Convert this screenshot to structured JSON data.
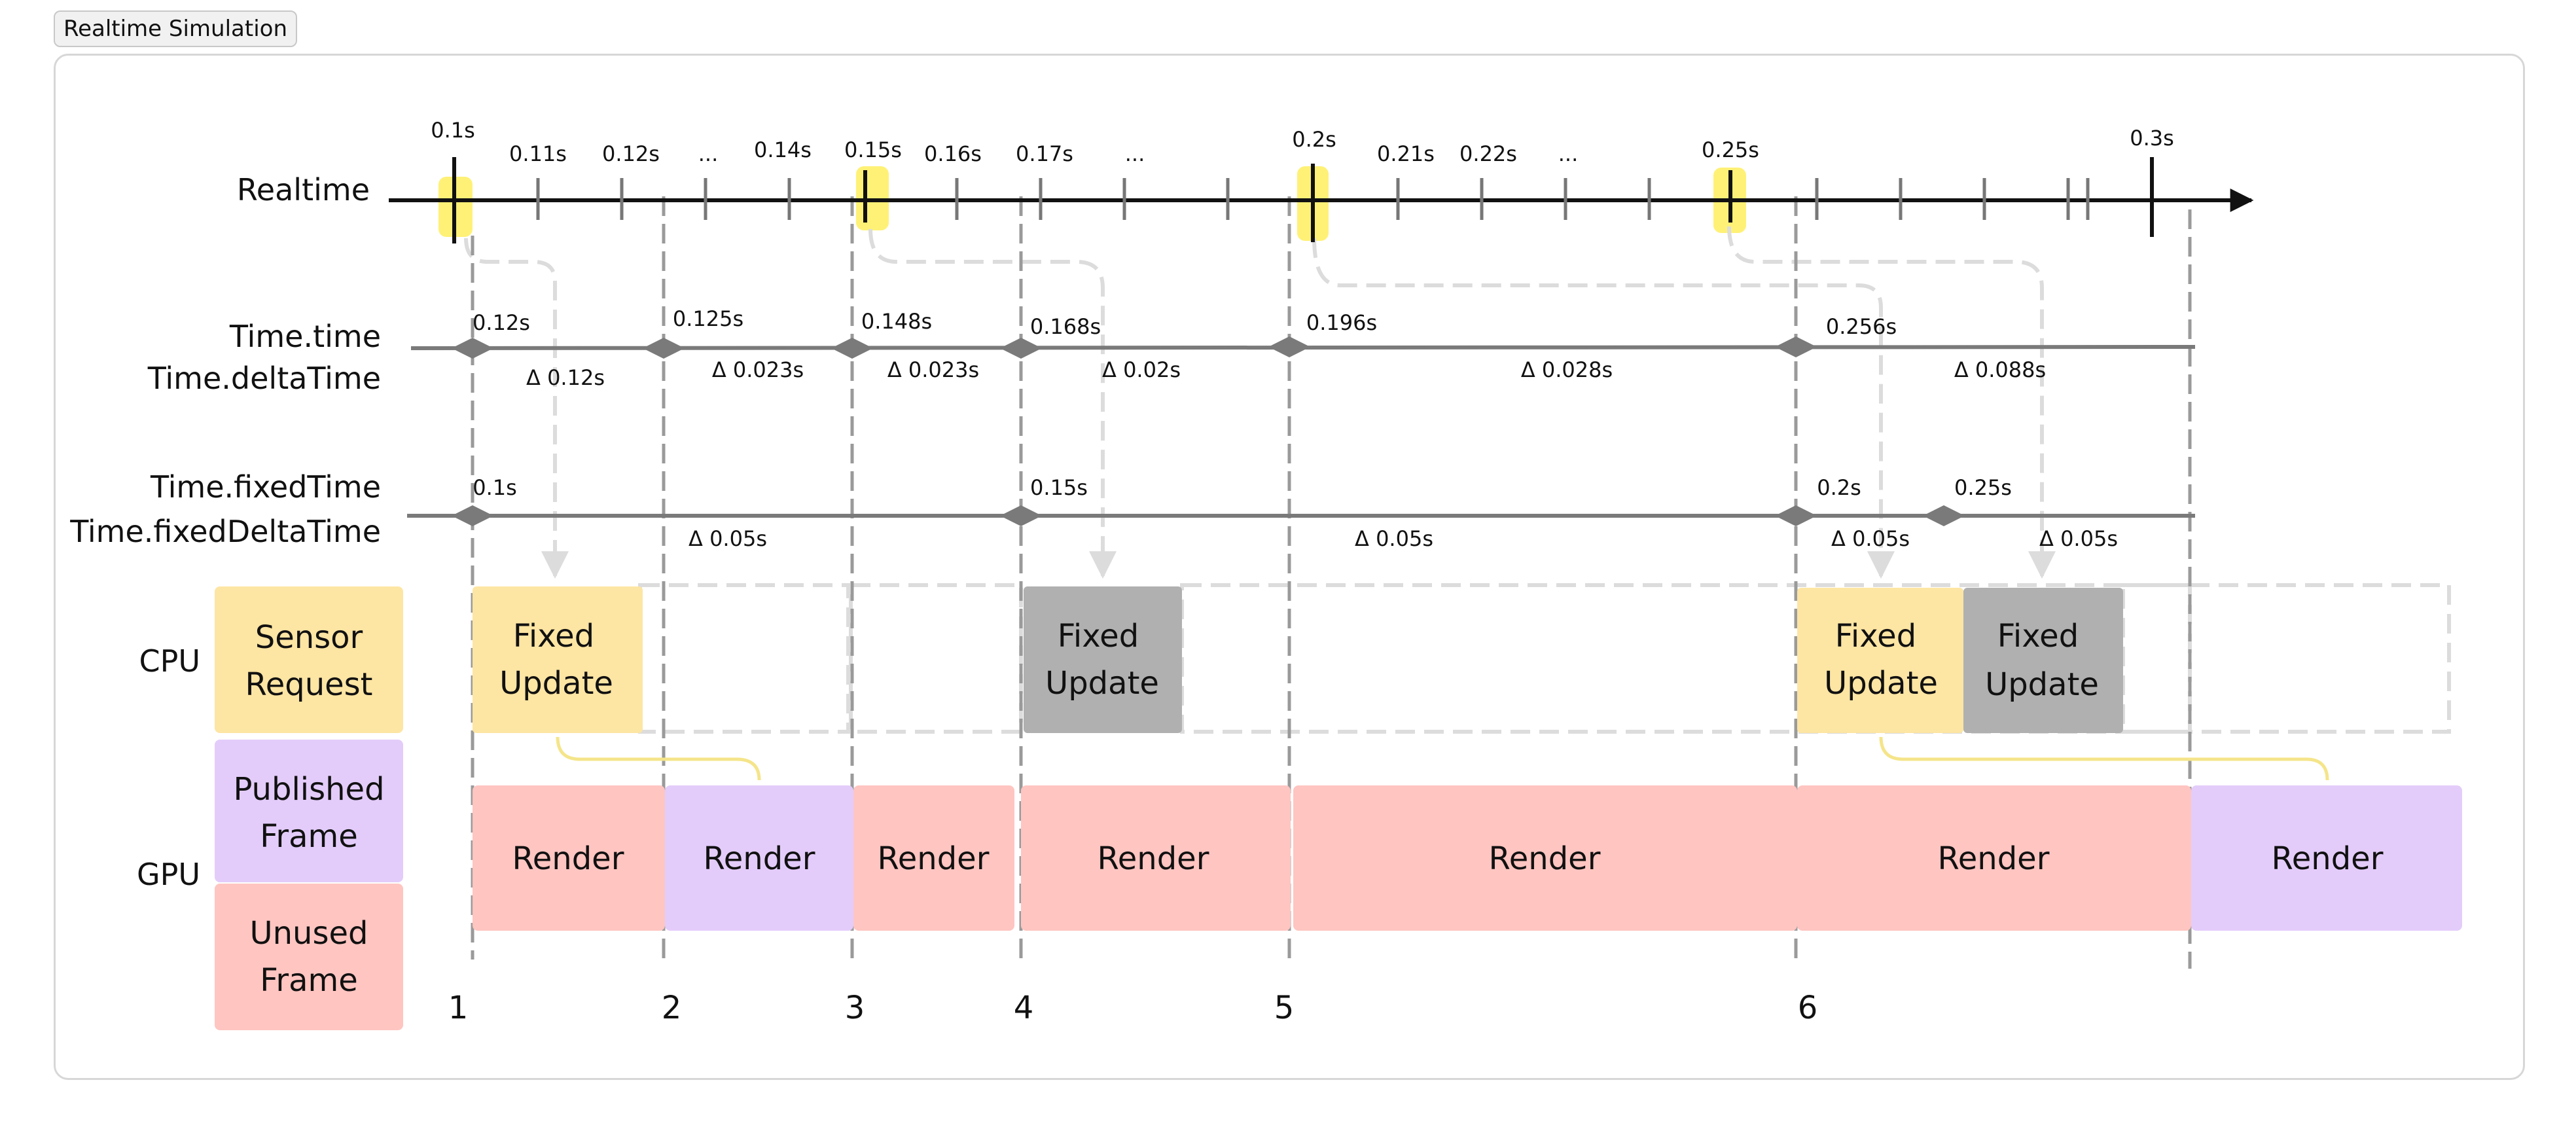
{
  "window": {
    "title": "Realtime Simulation"
  },
  "rows": {
    "realtime": "Realtime",
    "time": [
      "Time.time",
      "Time.deltaTime"
    ],
    "fixed": [
      "Time.fixedTime",
      "Time.fixedDeltaTime"
    ],
    "cpu": "CPU",
    "gpu": "GPU"
  },
  "legend": {
    "sensor": [
      "Sensor",
      "Request"
    ],
    "published": [
      "Published",
      "Frame"
    ],
    "unused": [
      "Unused",
      "Frame"
    ]
  },
  "colors": {
    "sensor": "#FDE5A3",
    "published": "#E3CCFA",
    "unused": "#FFC5C1",
    "gray_box": "#B0B0B0",
    "highlight": "#FFF176",
    "axis": "#111111",
    "line": "#7A7A7A"
  },
  "realtime_axis": {
    "ticks": [
      "0.1s",
      "0.11s",
      "0.12s",
      "...",
      "0.14s",
      "0.15s",
      "0.16s",
      "0.17s",
      "...",
      "0.2s",
      "0.21s",
      "0.22s",
      "...",
      "0.25s",
      "0.3s"
    ]
  },
  "time_row": {
    "times": [
      "0.12s",
      "0.125s",
      "0.148s",
      "0.168s",
      "0.196s",
      "0.256s"
    ],
    "deltas": [
      "Δ 0.12s",
      "Δ 0.023s",
      "Δ 0.023s",
      "Δ 0.02s",
      "Δ 0.028s",
      "Δ 0.088s"
    ]
  },
  "fixed_row": {
    "times": [
      "0.1s",
      "0.15s",
      "0.2s",
      "0.25s"
    ],
    "deltas": [
      "Δ 0.05s",
      "Δ 0.05s",
      "Δ 0.05s",
      "Δ 0.05s"
    ]
  },
  "cpu_boxes": [
    {
      "lines": [
        "Fixed",
        "Update"
      ],
      "kind": "sensor"
    },
    {
      "lines": [
        "Fixed",
        "Update"
      ],
      "kind": "gray"
    },
    {
      "lines": [
        "Fixed",
        "Update"
      ],
      "kind": "sensor"
    },
    {
      "lines": [
        "Fixed",
        "Update"
      ],
      "kind": "gray"
    }
  ],
  "gpu_boxes": [
    {
      "label": "Render",
      "kind": "unused"
    },
    {
      "label": "Render",
      "kind": "published"
    },
    {
      "label": "Render",
      "kind": "unused"
    },
    {
      "label": "Render",
      "kind": "unused"
    },
    {
      "label": "Render",
      "kind": "unused"
    },
    {
      "label": "Render",
      "kind": "unused"
    },
    {
      "label": "Render",
      "kind": "published"
    }
  ],
  "frame_numbers": [
    "1",
    "2",
    "3",
    "4",
    "5",
    "6"
  ]
}
